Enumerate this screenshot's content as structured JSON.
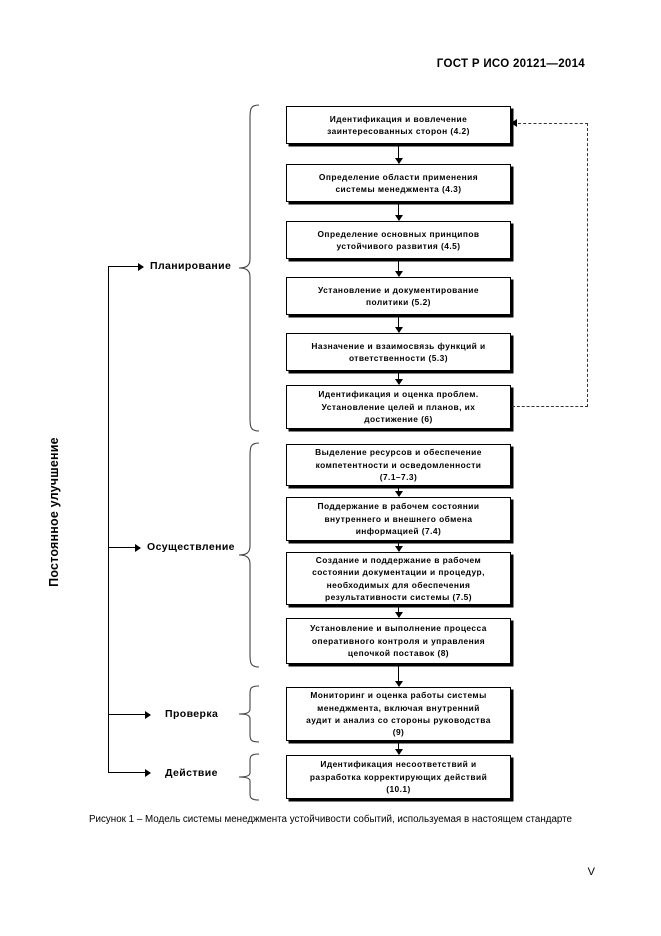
{
  "document": {
    "standard_header": "ГОСТ Р ИСО 20121—2014",
    "page_number": "V",
    "caption": "Рисунок 1 – Модель системы менеджмента устойчивости событий, используемая в настоящем стандарте",
    "vertical_label": "Постоянное улучшение"
  },
  "colors": {
    "ink": "#000000",
    "paper": "#ffffff",
    "dashed_line": "#333333"
  },
  "diagram": {
    "type": "flowchart",
    "phases": [
      {
        "key": "planning",
        "label": "Планирование"
      },
      {
        "key": "implementation",
        "label": "Осуществление"
      },
      {
        "key": "check",
        "label": "Проверка"
      },
      {
        "key": "act",
        "label": "Действие"
      }
    ],
    "boxes": [
      {
        "id": "b1",
        "phase": "planning",
        "lines": [
          "Идентификация и вовлечение",
          "заинтересованных сторон (4.2)"
        ]
      },
      {
        "id": "b2",
        "phase": "planning",
        "lines": [
          "Определение области применения",
          "системы менеджмента (4.3)"
        ]
      },
      {
        "id": "b3",
        "phase": "planning",
        "lines": [
          "Определение основных принципов",
          "устойчивого развития (4.5)"
        ]
      },
      {
        "id": "b4",
        "phase": "planning",
        "lines": [
          "Установление и документирование",
          "политики (5.2)"
        ]
      },
      {
        "id": "b5",
        "phase": "planning",
        "lines": [
          "Назначение и взаимосвязь функций и",
          "ответственности (5.3)"
        ]
      },
      {
        "id": "b6",
        "phase": "planning",
        "lines": [
          "Идентификация и оценка проблем.",
          "Установление целей и планов, их",
          "достижение (6)"
        ]
      },
      {
        "id": "b7",
        "phase": "implementation",
        "lines": [
          "Выделение ресурсов и обеспечение",
          "компетентности и осведомленности",
          "(7.1–7.3)"
        ]
      },
      {
        "id": "b8",
        "phase": "implementation",
        "lines": [
          "Поддержание в рабочем состоянии",
          "внутреннего и внешнего обмена",
          "информацией (7.4)"
        ]
      },
      {
        "id": "b9",
        "phase": "implementation",
        "lines": [
          "Создание и поддержание в рабочем",
          "состоянии документации и процедур,",
          "необходимых для обеспечения",
          "результативности системы (7.5)"
        ]
      },
      {
        "id": "b10",
        "phase": "implementation",
        "lines": [
          "Установление и выполнение процесса",
          "оперативного контроля и управления",
          "цепочкой поставок (8)"
        ]
      },
      {
        "id": "b11",
        "phase": "check",
        "lines": [
          "Мониторинг и оценка работы системы",
          "менеджмента, включая внутренний",
          "аудит и анализ со стороны руководства",
          "(9)"
        ]
      },
      {
        "id": "b12",
        "phase": "act",
        "lines": [
          "Идентификация несоответствий и",
          "разработка корректирующих действий",
          "(10.1)"
        ]
      }
    ],
    "feedback_loop": {
      "from": "b6",
      "to": "b1",
      "style": "dashed"
    }
  }
}
